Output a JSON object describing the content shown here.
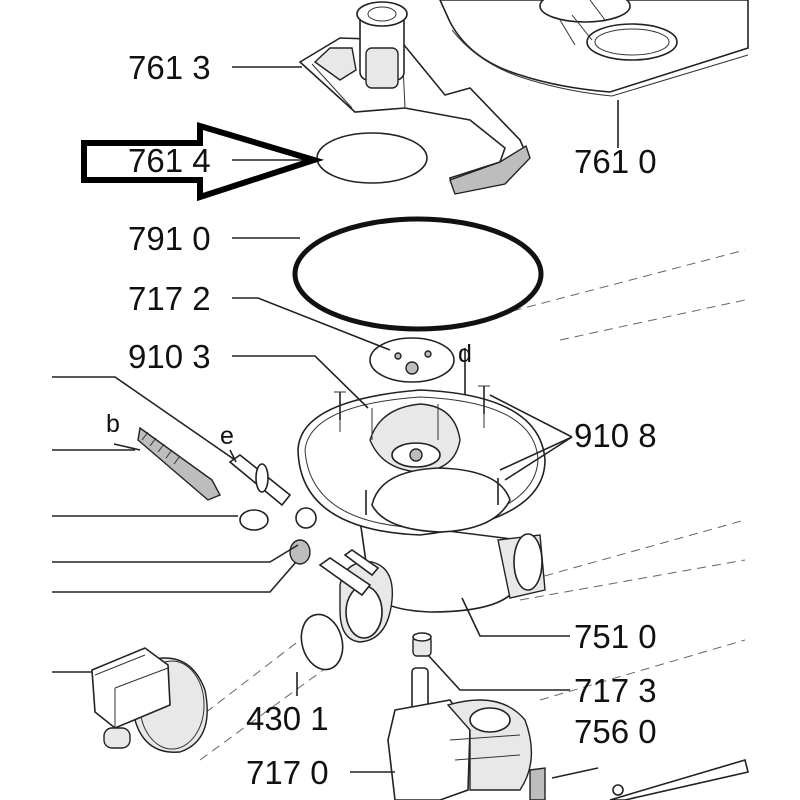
{
  "callouts": [
    {
      "id": "c7613",
      "text": "761 3"
    },
    {
      "id": "c7614",
      "text": "761 4"
    },
    {
      "id": "c7610",
      "text": "761 0"
    },
    {
      "id": "c7910",
      "text": "791 0"
    },
    {
      "id": "c7172",
      "text": "717 2"
    },
    {
      "id": "c9103",
      "text": "910 3"
    },
    {
      "id": "c9108",
      "text": "910 8"
    },
    {
      "id": "c7510",
      "text": "751 0"
    },
    {
      "id": "c7173",
      "text": "717 3"
    },
    {
      "id": "c4301",
      "text": "430 1"
    },
    {
      "id": "c7560",
      "text": "756 0"
    },
    {
      "id": "c7170",
      "text": "717 0"
    }
  ],
  "letters": {
    "b": "b",
    "d": "d",
    "e": "e"
  },
  "icons": {
    "highlight": "hollow-arrow-icon"
  }
}
